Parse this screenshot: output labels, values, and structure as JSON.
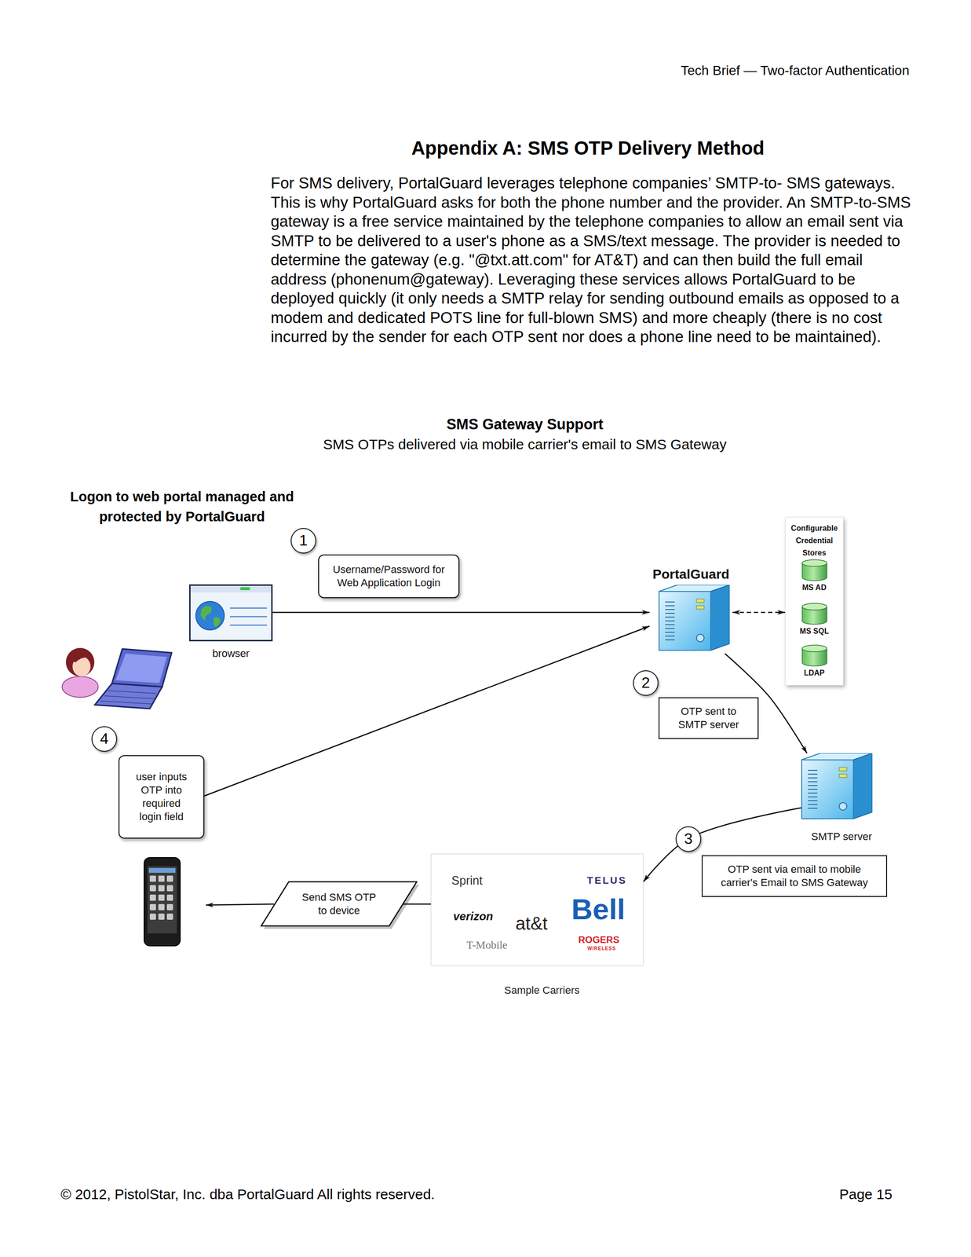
{
  "diagram": {
    "title": "Appendix A: SMS OTP Delivery Method",
    "nodes": [
      {
        "text": [
          "browser"
        ]
      },
      {
        "text": [
          "Username/Password for Web Application Login"
        ]
      },
      {
        "text": [
          "PortalGuard"
        ]
      },
      {
        "text": [
          "Configurable Credential Stores"
        ]
      },
      {
        "text": [
          "MS AD"
        ],
        "in": 3
      },
      {
        "text": [
          "MS SQL"
        ],
        "in": 3
      },
      {
        "text": [
          "LDAP"
        ],
        "in": 3
      },
      {
        "text": [
          "OTP sent to SMTP server"
        ]
      },
      {
        "text": [
          "SMTP server"
        ]
      },
      {
        "text": [
          "OTP sent via email to mobile carrier's Email to SMS Gateway"
        ]
      },
      {
        "text": [
          "Sprint",
          "TELUS",
          "verizon",
          "at&t",
          "Bell",
          "T-Mobile",
          "ROGERS",
          "WIRELESS",
          "Sample Carriers"
        ]
      },
      {
        "text": [
          "Send SMS OTP to device"
        ]
      },
      {
        "text": [
          "user inputs OTP into required login field"
        ]
      }
    ],
    "edges": [
      {
        "from": 0,
        "to": 2,
        "arrow": "to"
      },
      {
        "from": 2,
        "to": 3,
        "arrow": "both"
      },
      {
        "from": 2,
        "to": 8,
        "arrow": "to"
      },
      {
        "from": 8,
        "to": 10,
        "arrow": "to"
      },
      {
        "from": 10,
        "to": 11,
        "arrow": "none"
      },
      {
        "from": 12,
        "to": 2,
        "arrow": "to"
      }
    ],
    "labels": [
      "Tech Brief — Two-factor Authentication",
      "For SMS delivery, PortalGuard leverages telephone companies’ SMTP-to- SMS gateways. This is why PortalGuard asks for both the phone number and the provider. An SMTP-to-SMS gateway is a free service maintained by the telephone companies to allow an email sent via SMTP to be delivered to a user's phone as a SMS/text message. The provider is needed to determine the gateway (e.g. \"@txt.att.com\" for AT&T) and can then build the full email address (phonenum@gateway). Leveraging these services allows PortalGuard to be deployed quickly (it only needs a SMTP relay for sending outbound emails as opposed to a modem and dedicated POTS line for full-blown SMS) and more cheaply (there is no cost incurred by the sender for each OTP sent nor does a phone line need to be maintained).",
      "SMS Gateway Support",
      "SMS OTPs delivered via mobile carrier's email to SMS Gateway",
      "Logon to web portal managed and protected by PortalGuard",
      "1",
      "2",
      "3",
      "4",
      "© 2012, PistolStar, Inc. dba PortalGuard All rights reserved.",
      "Page 15"
    ]
  }
}
